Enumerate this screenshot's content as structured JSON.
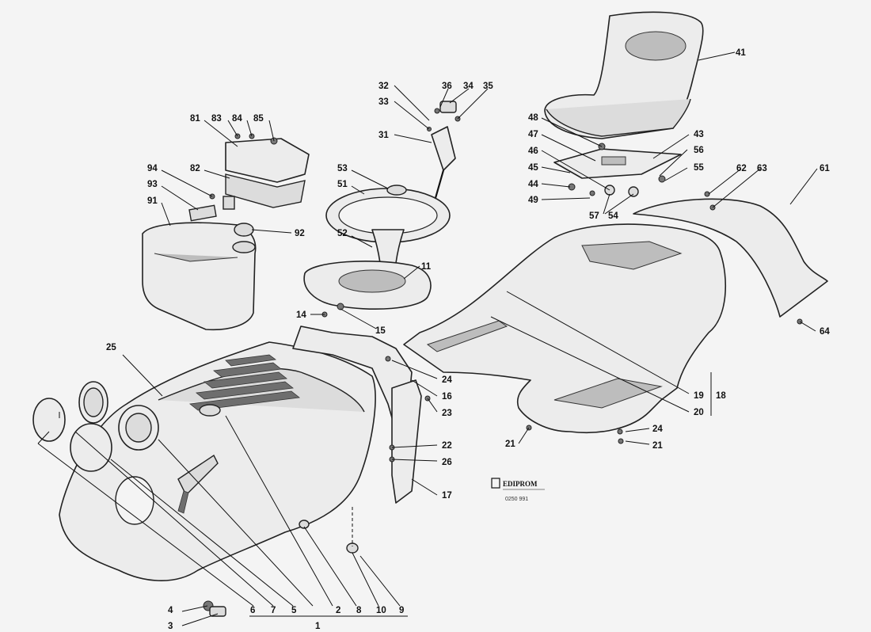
{
  "diagram": {
    "callouts": {
      "n1": "1",
      "n2": "2",
      "n3": "3",
      "n4": "4",
      "n5": "5",
      "n6": "6",
      "n7": "7",
      "n8": "8",
      "n9": "9",
      "n10": "10",
      "n11": "11",
      "n14": "14",
      "n15": "15",
      "n16": "16",
      "n17": "17",
      "n18": "18",
      "n19": "19",
      "n20": "20",
      "n21a": "21",
      "n21b": "21",
      "n22": "22",
      "n23": "23",
      "n24a": "24",
      "n24b": "24",
      "n25": "25",
      "n26": "26",
      "n31": "31",
      "n32": "32",
      "n33": "33",
      "n34": "34",
      "n35": "35",
      "n36": "36",
      "n41": "41",
      "n43": "43",
      "n44": "44",
      "n45": "45",
      "n46": "46",
      "n47": "47",
      "n48": "48",
      "n49": "49",
      "n51": "51",
      "n52": "52",
      "n53": "53",
      "n54": "54",
      "n55": "55",
      "n56": "56",
      "n57": "57",
      "n61": "61",
      "n62": "62",
      "n63": "63",
      "n64": "64",
      "n81": "81",
      "n82": "82",
      "n83": "83",
      "n84": "84",
      "n85": "85",
      "n91": "91",
      "n92": "92",
      "n93": "93",
      "n94": "94"
    },
    "logo": {
      "brand": "EDIPROM",
      "code": "0250 991"
    }
  }
}
